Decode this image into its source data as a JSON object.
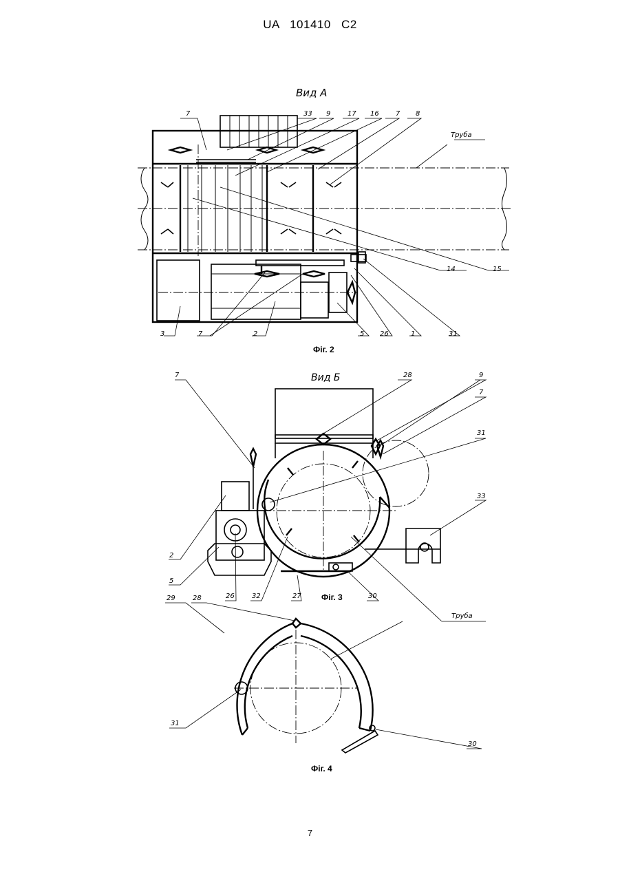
{
  "header": {
    "doc_code": "UA   101410   C2"
  },
  "page_number": "7",
  "figures": [
    {
      "caption": "Фіг. 2",
      "view_title": "Вид А",
      "pipe_label": "Труба",
      "labels_top": [
        "7",
        "33",
        "9",
        "17",
        "16",
        "7",
        "8"
      ],
      "labels_bottom": [
        "3",
        "7",
        "2",
        "5",
        "26",
        "1",
        "31"
      ],
      "labels_right": [
        "14",
        "15"
      ]
    },
    {
      "caption": "Фіг. 3",
      "view_title": "Вид Б",
      "labels": [
        "7",
        "28",
        "9",
        "7",
        "31",
        "33",
        "2",
        "5",
        "26",
        "32",
        "27",
        "30",
        "Труба"
      ]
    },
    {
      "caption": "Фіг. 4",
      "labels": [
        "29",
        "28",
        "31",
        "30"
      ]
    }
  ]
}
